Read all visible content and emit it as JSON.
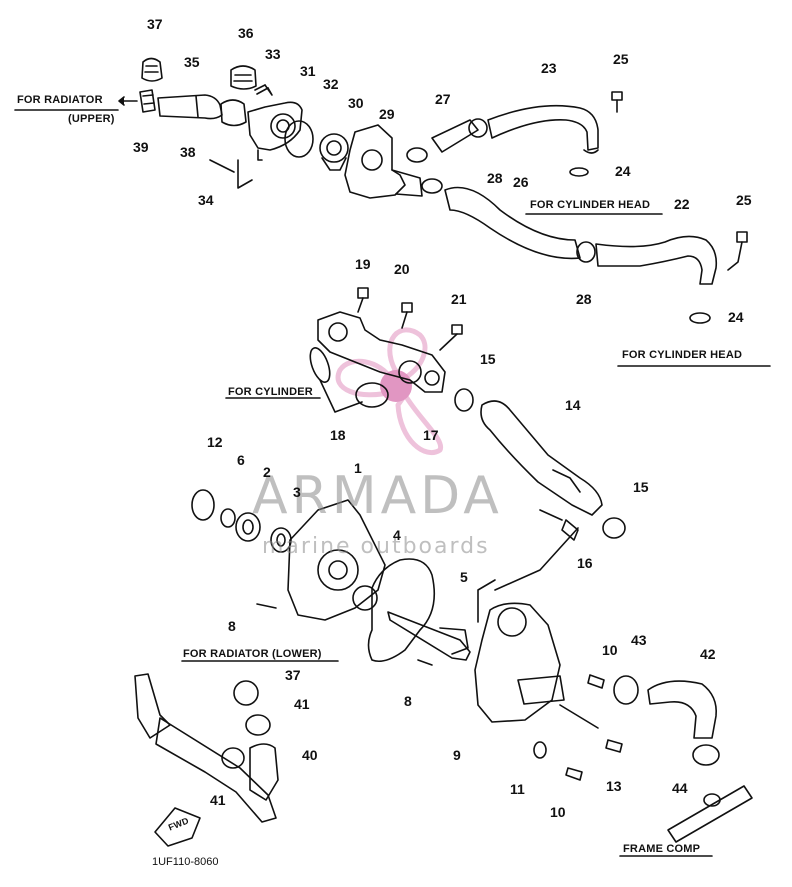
{
  "diagram_code": "1UF110-8060",
  "watermark": {
    "brand": "ARMADA",
    "tagline": "marine outboards"
  },
  "captions": {
    "for_radiator_upper_line1": "FOR RADIATOR",
    "for_radiator_upper_line2": "(UPPER)",
    "for_cylinder_head_1": "FOR CYLINDER HEAD",
    "for_cylinder_head_2": "FOR CYLINDER HEAD",
    "for_cylinder": "FOR CYLINDER",
    "for_radiator_lower": "FOR RADIATOR (LOWER)",
    "frame_comp": "FRAME COMP",
    "fwd": "FWD"
  },
  "part_numbers": {
    "p37a": "37",
    "p36": "36",
    "p35": "35",
    "p33": "33",
    "p31": "31",
    "p32": "32",
    "p30": "30",
    "p29": "29",
    "p27": "27",
    "p23": "23",
    "p25a": "25",
    "p39": "39",
    "p38": "38",
    "p34": "34",
    "p24a": "24",
    "p28a": "28",
    "p26": "26",
    "p22": "22",
    "p25b": "25",
    "p28b": "28",
    "p24b": "24",
    "p19": "19",
    "p20": "20",
    "p21": "21",
    "p15a": "15",
    "p18": "18",
    "p17": "17",
    "p14": "14",
    "p12": "12",
    "p6": "6",
    "p2": "2",
    "p1": "1",
    "p3": "3",
    "p4": "4",
    "p15b": "15",
    "p5": "5",
    "p16": "16",
    "p8a": "8",
    "p8b": "8",
    "p37b": "37",
    "p41a": "41",
    "p40": "40",
    "p41b": "41",
    "p9": "9",
    "p10a": "10",
    "p43": "43",
    "p42": "42",
    "p11": "11",
    "p13": "13",
    "p10b": "10",
    "p44": "44"
  },
  "colors": {
    "line": "#111111",
    "watermark_gray": "#8c8c8c",
    "watermark_pink": "#e8a9cc",
    "watermark_magenta": "#d56aa9"
  }
}
